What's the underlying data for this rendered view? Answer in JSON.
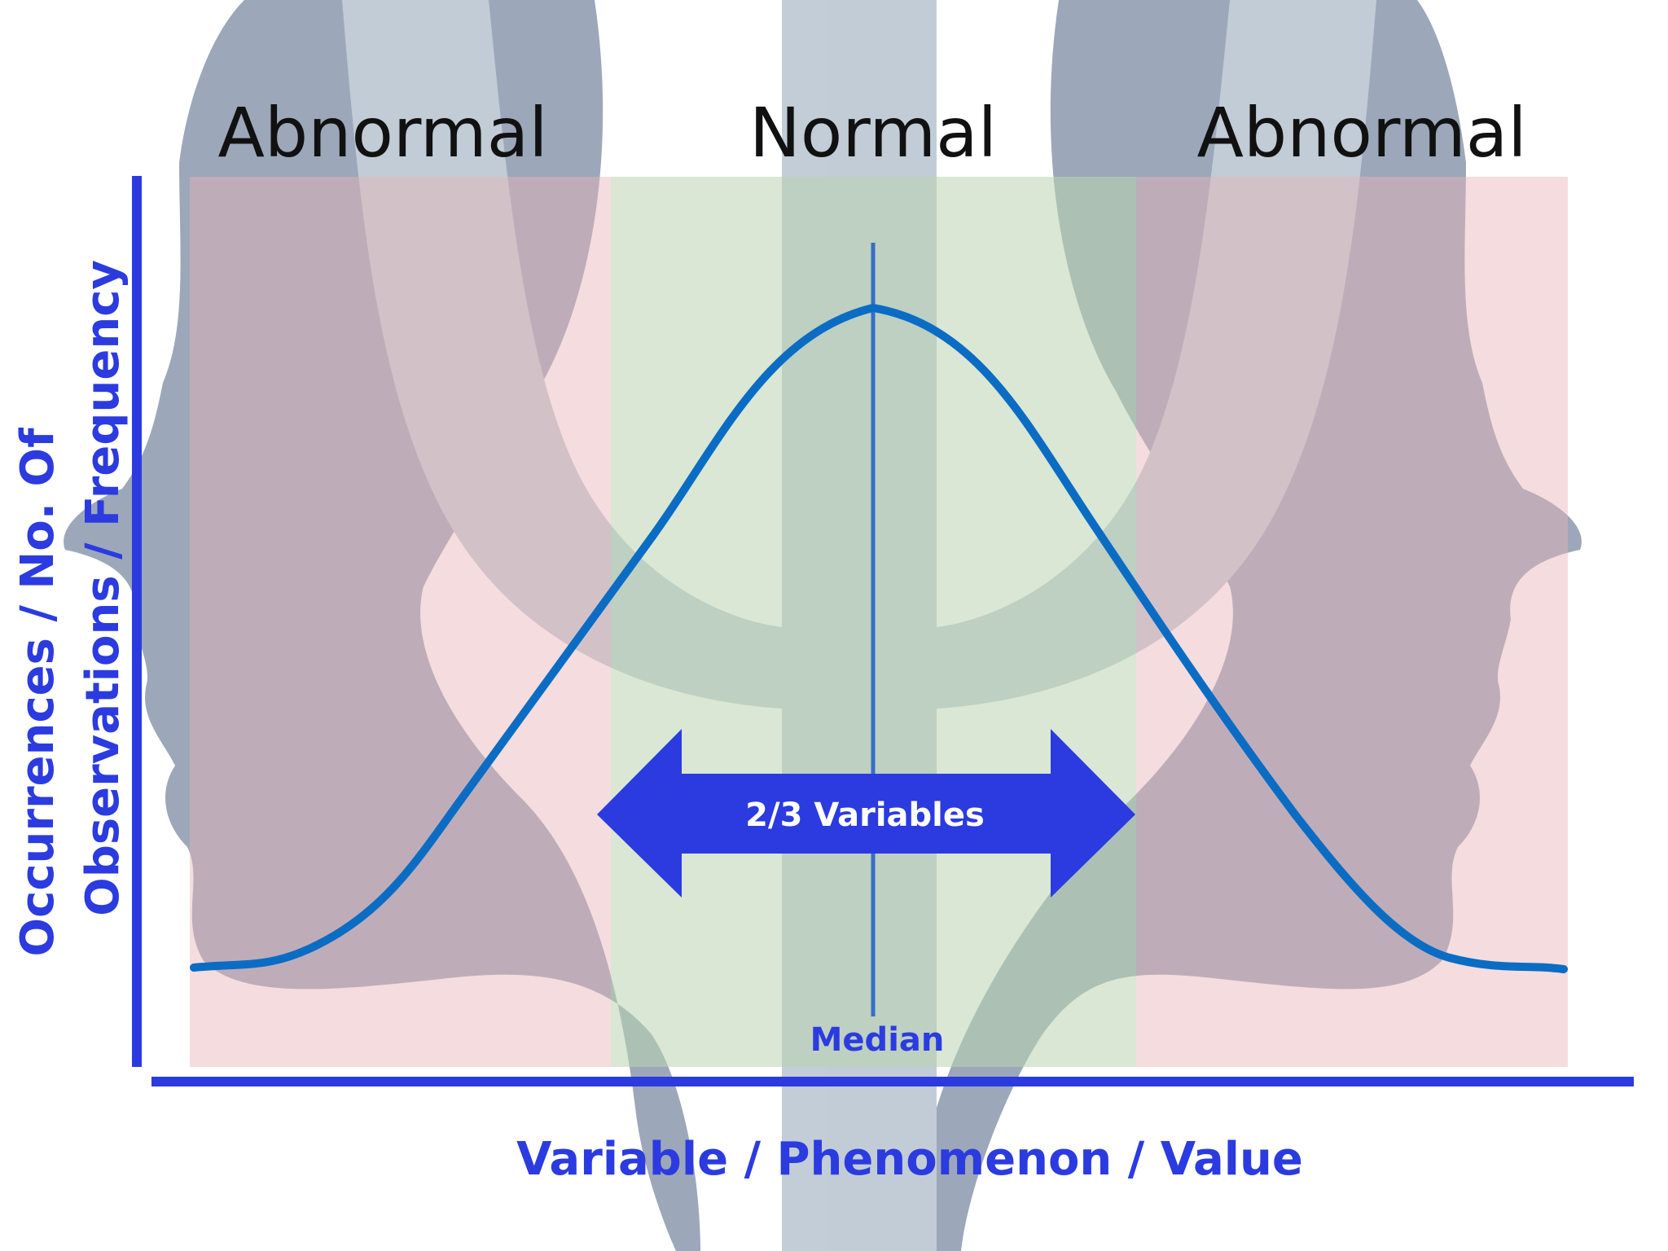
{
  "labels": {
    "left_region": "Abnormal",
    "middle_region": "Normal",
    "right_region": "Abnormal",
    "median": "Median",
    "arrow": "2/3 Variables",
    "x_axis": "Variable / Phenomenon / Value",
    "y_axis_line1": "Occurrences / No. Of",
    "y_axis_line2": "Observations / Frequency"
  },
  "colors": {
    "axis": "#2b3be0",
    "curve": "#0b6cc4",
    "abnormal_band": "#e8b4b8",
    "normal_band": "#a8c8a0",
    "arrow_fill": "#2b3be0",
    "background_art": "#8fa0b4"
  }
}
